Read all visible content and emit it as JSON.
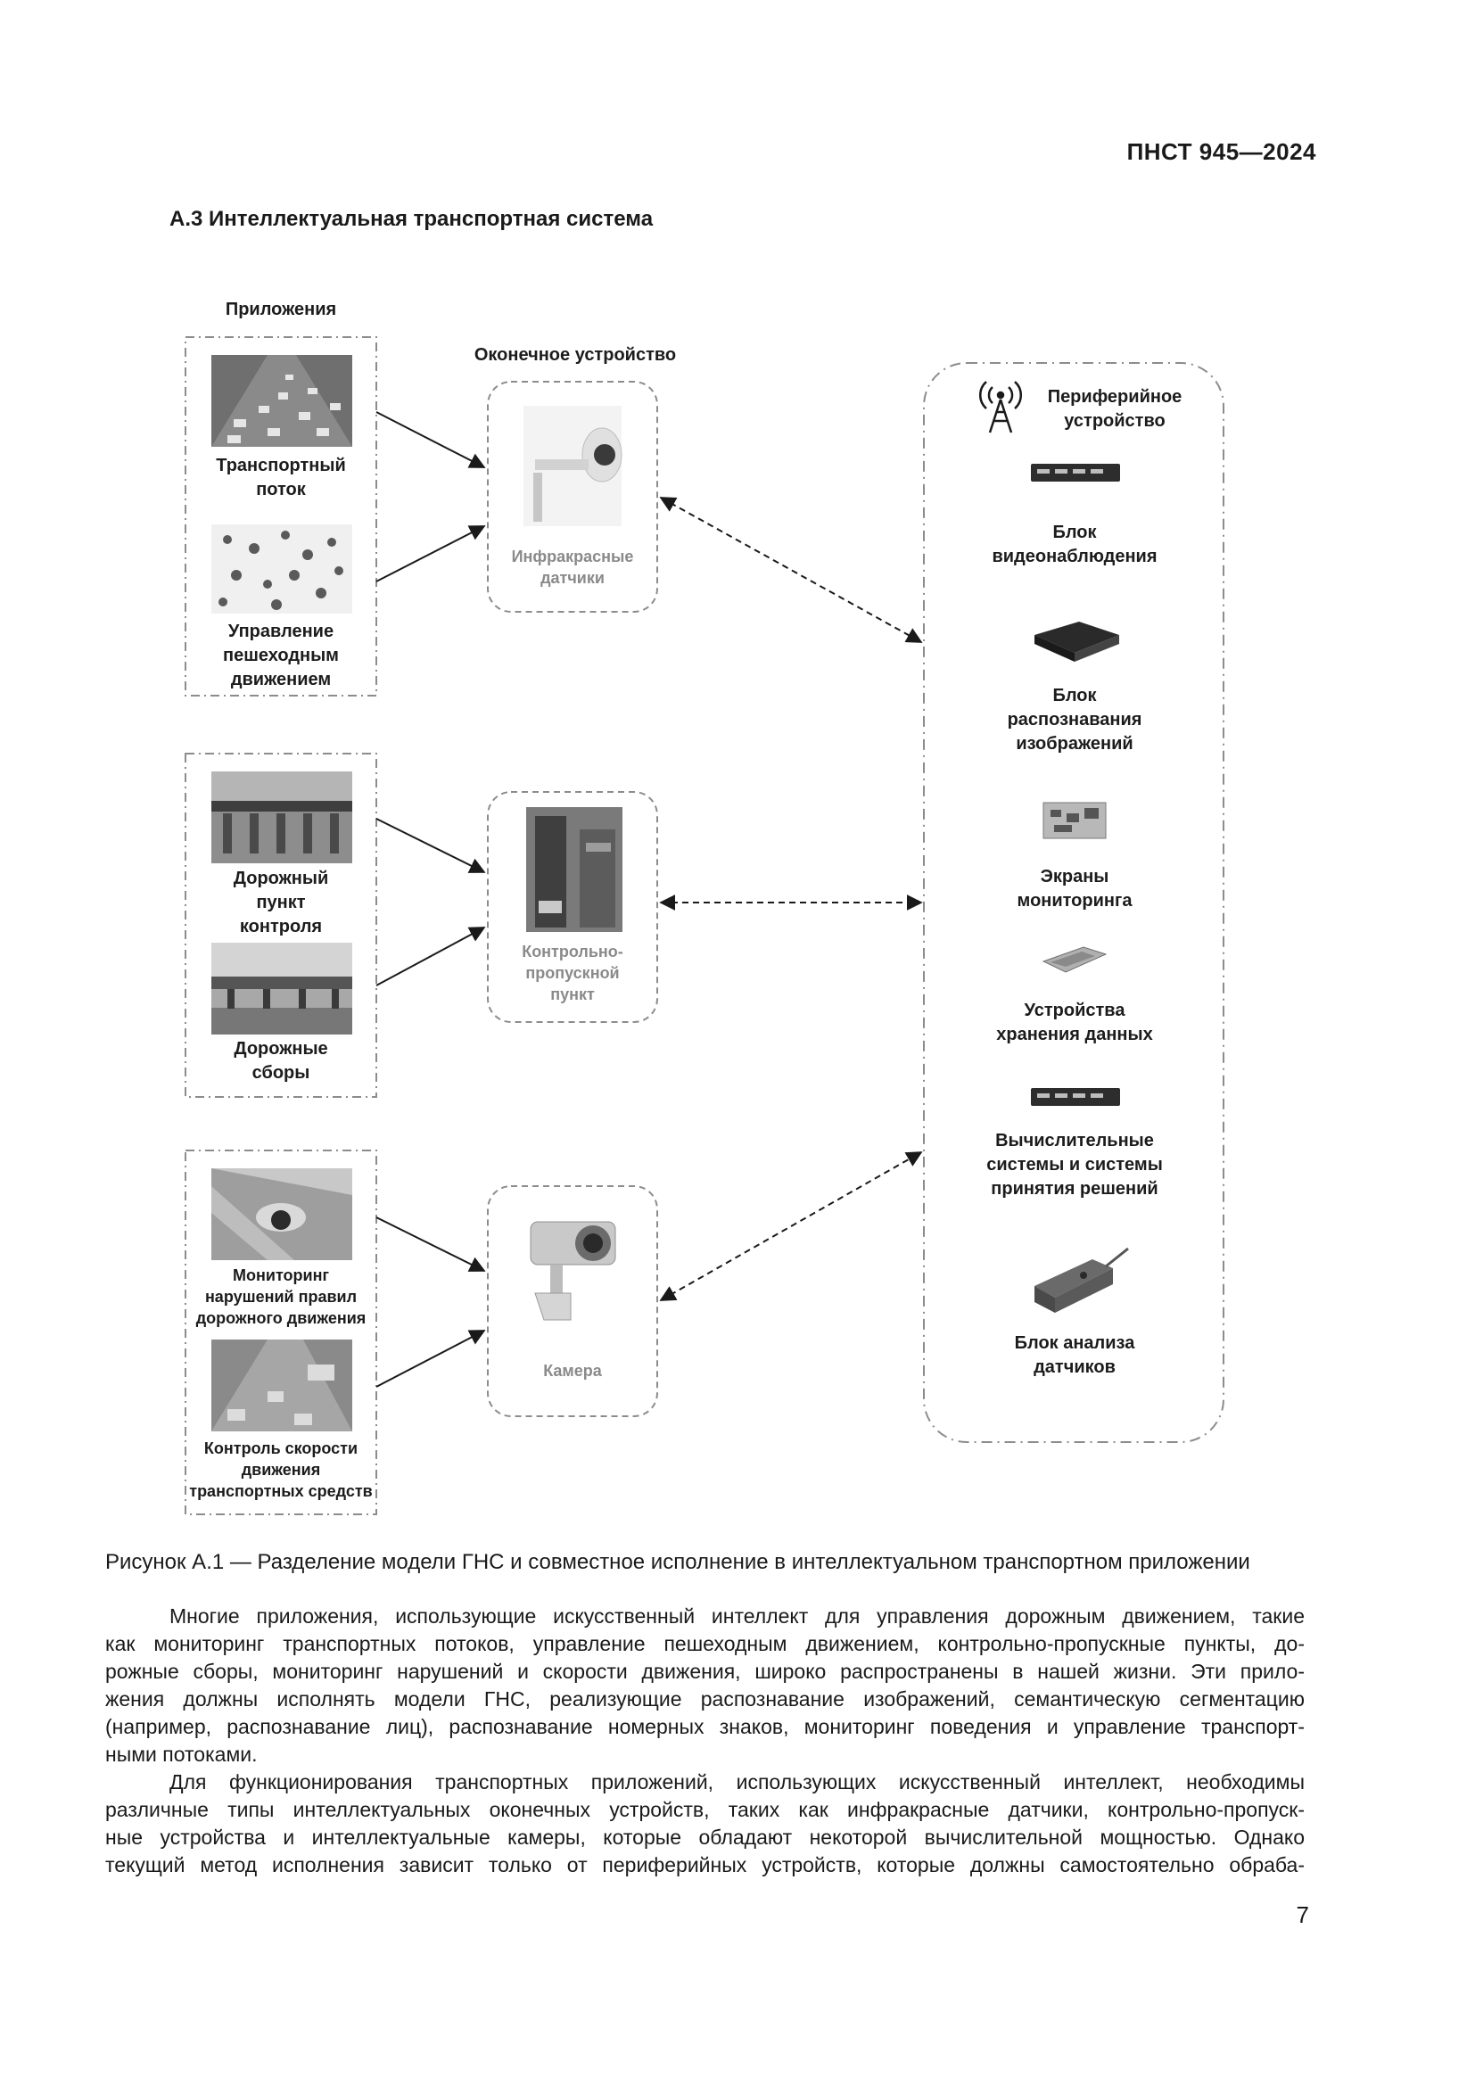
{
  "header": {
    "doc_code": "ПНСТ 945—2024"
  },
  "section": {
    "title": "А.3  Интеллектуальная транспортная система"
  },
  "figure": {
    "apps_title": "Приложения",
    "terminal_title": "Оконечное устройство",
    "peripheral_title_1": "Периферийное",
    "peripheral_title_2": "устройство",
    "apps": [
      {
        "lines": [
          "Транспортный",
          "поток"
        ]
      },
      {
        "lines": [
          "Управление",
          "пешеходным",
          "движением"
        ]
      },
      {
        "lines": [
          "Дорожный",
          "пункт",
          "контроля"
        ]
      },
      {
        "lines": [
          "Дорожные",
          "сборы"
        ]
      },
      {
        "lines": [
          "Мониторинг",
          "нарушений правил",
          "дорожного движения"
        ]
      },
      {
        "lines": [
          "Контроль скорости",
          "движения",
          "транспортных средств"
        ]
      }
    ],
    "terminals": [
      {
        "lines": [
          "Инфракрасные",
          "датчики"
        ]
      },
      {
        "lines": [
          "Контрольно-",
          "пропускной",
          "пункт"
        ]
      },
      {
        "lines": [
          "Камера"
        ]
      }
    ],
    "peripherals": [
      {
        "lines": [
          "Блок",
          "видеонаблюдения"
        ]
      },
      {
        "lines": [
          "Блок",
          "распознавания",
          "изображений"
        ]
      },
      {
        "lines": [
          "Экраны",
          "мониторинга"
        ]
      },
      {
        "lines": [
          "Устройства",
          "хранения данных"
        ]
      },
      {
        "lines": [
          "Вычислительные",
          "системы и системы",
          "принятия решений"
        ]
      },
      {
        "lines": [
          "Блок анализа",
          "датчиков"
        ]
      }
    ]
  },
  "caption": "Рисунок А.1 — Разделение модели ГНС и совместное исполнение в интеллектуальном транспортном приложении",
  "paragraphs": [
    {
      "lines": [
        "Многие приложения, использующие искусственный интеллект для управления дорожным движением, такие",
        "как мониторинг транспортных потоков, управление пешеходным движением, контрольно-пропускные пункты, до-",
        "рожные сборы, мониторинг нарушений и скорости движения, широко распространены в нашей жизни. Эти прило-",
        "жения должны исполнять модели ГНС, реализующие распознавание изображений, семантическую сегментацию",
        "(например, распознавание лиц), распознавание номерных знаков, мониторинг поведения и управление транспорт-",
        "ными потоками."
      ]
    },
    {
      "lines": [
        "Для функционирования транспортных приложений, использующих искусственный интеллект, необходимы",
        "различные типы интеллектуальных оконечных устройств, таких как инфракрасные датчики, контрольно-пропуск-",
        "ные устройства и интеллектуальные камеры, которые обладают некоторой вычислительной мощностью. Однако",
        "текущий метод исполнения зависит только от периферийных устройств, которые должны самостоятельно обраба-"
      ]
    }
  ],
  "page_number": "7"
}
